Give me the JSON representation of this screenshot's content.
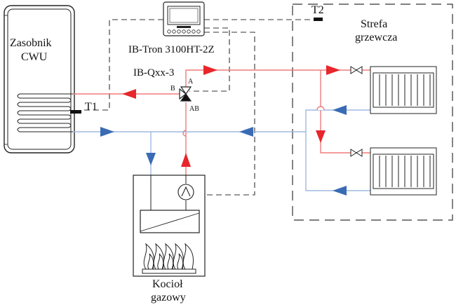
{
  "labels": {
    "tank_line1": "Zasobnik",
    "tank_line2": "CWU",
    "sensor_t1": "T1",
    "sensor_t2": "T2",
    "controller": "IB-Tron 3100HT-2Z",
    "valve": "IB-Qxx-3",
    "port_a": "A",
    "port_b": "B",
    "port_ab": "AB",
    "zone_line1": "Strefa",
    "zone_line2": "grzewcza",
    "boiler_line1": "Kocioł",
    "boiler_line2": "gazowy"
  },
  "colors": {
    "supply": "#e8262b",
    "return": "#3a6bb5",
    "supply_pipe": "#f07a7a",
    "return_pipe": "#9fb8e0",
    "outline": "#222222",
    "dashed": "#333333"
  }
}
